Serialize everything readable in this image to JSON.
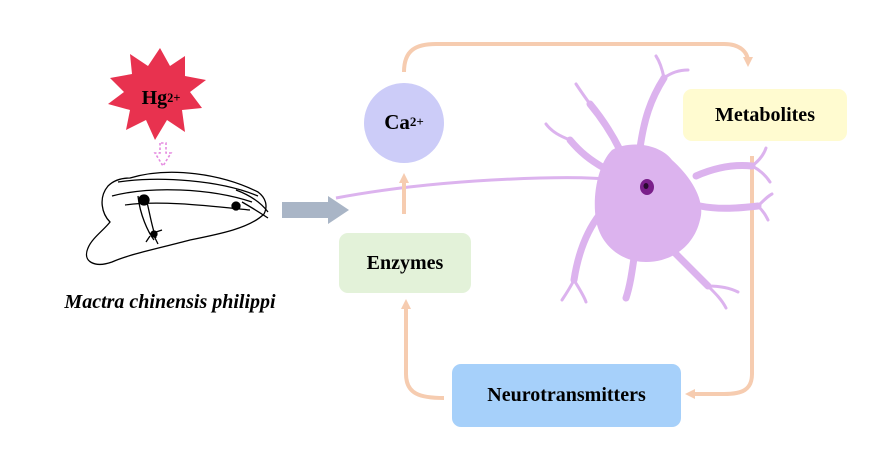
{
  "toxicant": {
    "symbol": "Hg",
    "charge": "2+"
  },
  "calcium": {
    "symbol": "Ca",
    "charge": "2+"
  },
  "organism": {
    "name": "Mactra chinensis philippi"
  },
  "nodes": {
    "enzymes": "Enzymes",
    "metabolites": "Metabolites",
    "neurotransmitters": "Neurotransmitters"
  },
  "colors": {
    "hg_star": "#e8324f",
    "ca_circle": "#ccccf8",
    "enzymes_box": "#e3f2d9",
    "metabolites_box": "#fffbd0",
    "neurotransmitters_box": "#a6d0fa",
    "cycle_arrow": "#f6ccb0",
    "neuron": "#dcb3ee",
    "nucleus": "#7a1f8a",
    "flow_arrow": "#a9b5c6"
  },
  "icons": [
    "hg-burst-icon",
    "dashed-down-arrow-icon",
    "clam-icon",
    "neuron-icon",
    "flow-arrow-icon"
  ]
}
